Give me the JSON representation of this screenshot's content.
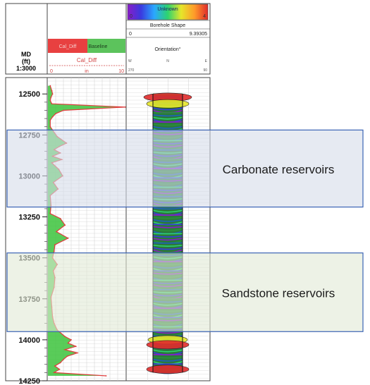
{
  "chart_data": {
    "type": "log",
    "depth_axis": {
      "label_line1": "MD",
      "label_line2": "(ft)",
      "scale": "1:3000",
      "range": [
        12400,
        14250
      ],
      "ticks": [
        12500,
        12750,
        13000,
        13250,
        13500,
        13750,
        14000,
        14250
      ]
    },
    "track1": {
      "header_left": "Cal_Diff",
      "header_right": "Baseline",
      "curve_name": "Cal_Diff",
      "scale_min": "0",
      "scale_unit": "in",
      "scale_max": "10",
      "curve_color": "#e03c3c",
      "fill_color": "#3cc33c",
      "xlim": [
        0,
        10
      ],
      "depth": [
        12450,
        12480,
        12500,
        12520,
        12540,
        12560,
        12580,
        12600,
        12620,
        12640,
        12660,
        12700,
        12760,
        12800,
        12820,
        12840,
        12860,
        12880,
        12900,
        12920,
        12960,
        13000,
        13040,
        13080,
        13120,
        13180,
        13230,
        13260,
        13300,
        13340,
        13380,
        13420,
        13460,
        13500,
        13540,
        13580,
        13620,
        13680,
        13740,
        13800,
        13860,
        13900,
        13940,
        13980,
        14000,
        14020,
        14040,
        14060,
        14080,
        14100,
        14120,
        14140,
        14160,
        14180,
        14200,
        14220
      ],
      "value": [
        0.3,
        0.5,
        0.6,
        0.4,
        0.3,
        0.5,
        10,
        2.0,
        1.0,
        0.6,
        0.3,
        0.3,
        1.2,
        2.4,
        1.5,
        0.8,
        1.6,
        0.6,
        1.8,
        0.5,
        1.4,
        1.9,
        0.7,
        1.3,
        0.3,
        0.4,
        0.3,
        1.6,
        2.2,
        1.1,
        2.6,
        0.9,
        0.8,
        0.6,
        1.2,
        0.7,
        0.9,
        0.8,
        0.4,
        0.5,
        0.6,
        0.8,
        1.2,
        2.2,
        3.0,
        2.6,
        3.6,
        2.2,
        3.8,
        2.5,
        2.0,
        1.6,
        0.9,
        1.5,
        0.8,
        7.5
      ]
    },
    "track2": {
      "colorbar_label": "Unknown",
      "colorbar_min": "0",
      "colorbar_max": "4",
      "colorbar_colors": [
        "#8a1cc8",
        "#3a3adf",
        "#2aa8ff",
        "#2dd36f",
        "#e6e62a",
        "#ff9a2a",
        "#e02b2b"
      ],
      "shape_label": "Borehole Shape",
      "shape_min": "0",
      "shape_max": "9.39305",
      "orientation_label": "Orientation°",
      "dir_w": "W",
      "dir_n": "N",
      "dir_e": "E",
      "deg_left": "270",
      "deg_right": "90"
    },
    "zones": [
      {
        "label": "Carbonate reservoirs",
        "top": 12720,
        "base": 13190,
        "fill": "#d5dcea"
      },
      {
        "label": "Sandstone reservoirs",
        "top": 13470,
        "base": 13950,
        "fill": "#e1e9d5"
      }
    ],
    "grid": true
  }
}
